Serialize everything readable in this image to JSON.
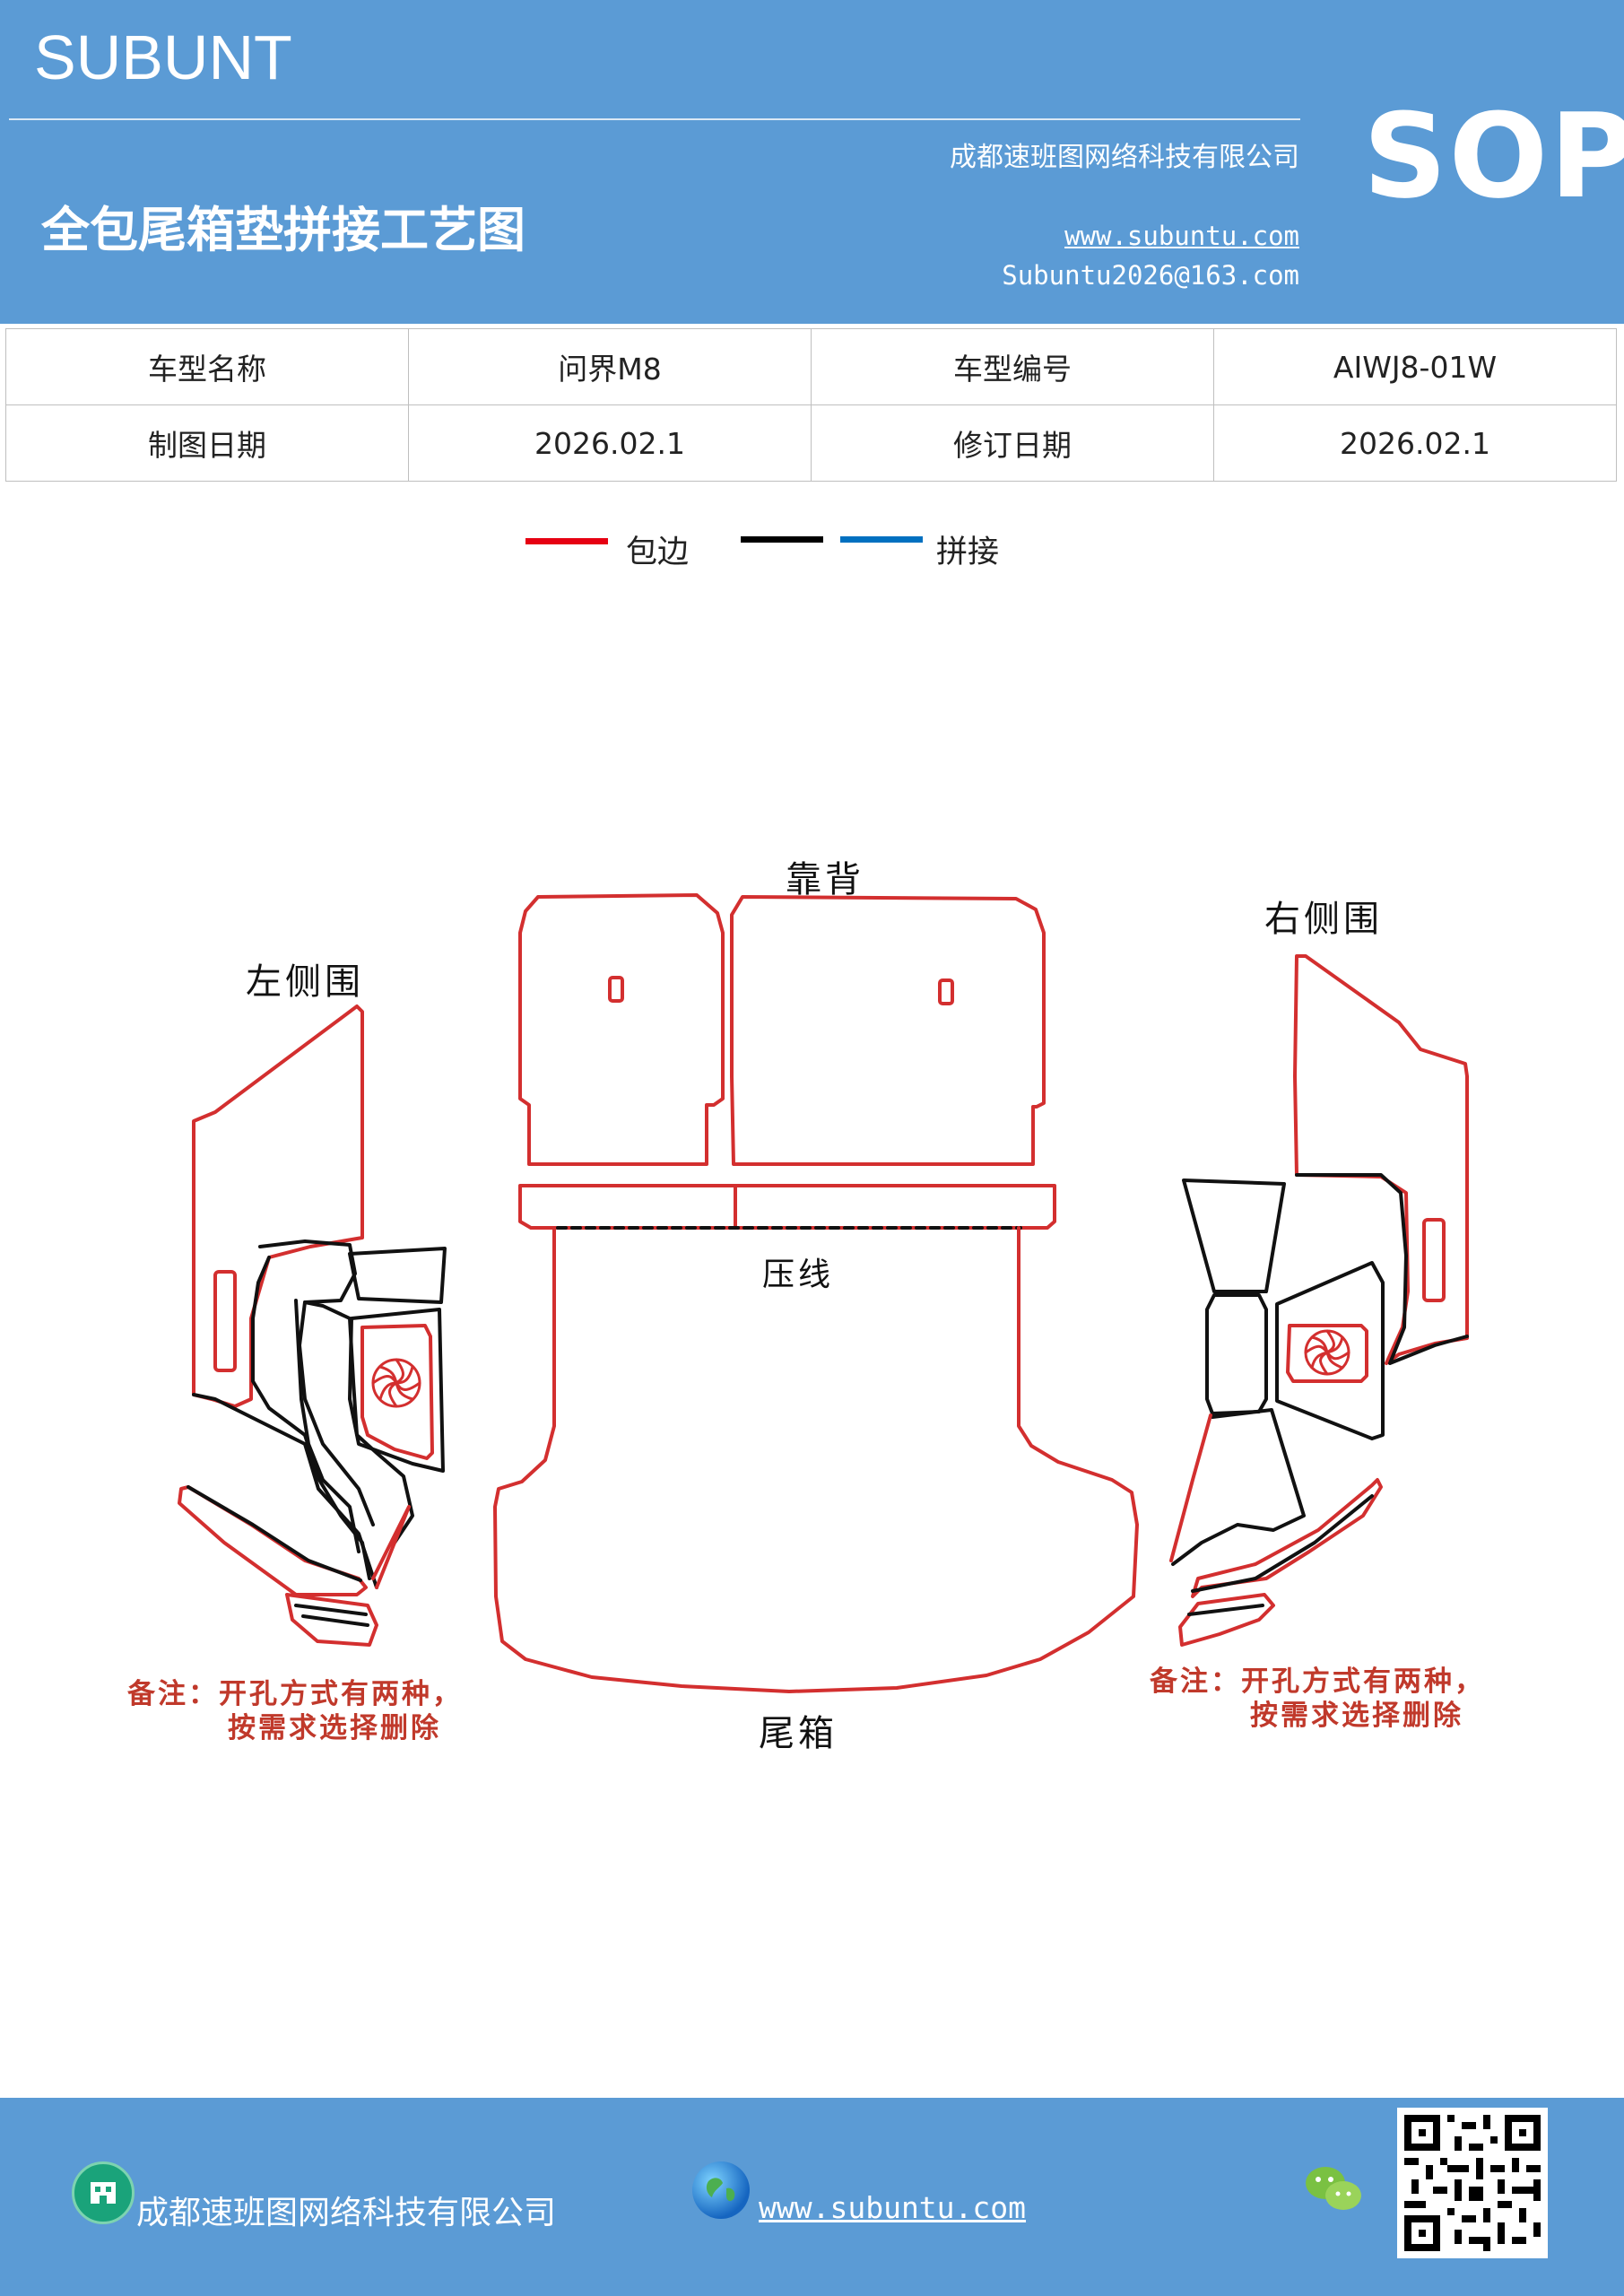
{
  "header": {
    "brand": "SUBUNT",
    "company": "成都速班图网络科技有限公司",
    "title": "全包尾箱垫拼接工艺图",
    "website": "www.subuntu.com",
    "email": "Subuntu2026@163.com",
    "badge": "SOP"
  },
  "info_table": {
    "rows": [
      [
        "车型名称",
        "问界M8",
        "车型编号",
        "AIWJ8-01W"
      ],
      [
        "制图日期",
        "2026.02.1",
        "修订日期",
        "2026.02.1"
      ]
    ]
  },
  "legend": {
    "items": [
      {
        "label": "包边",
        "color": "#e60012"
      },
      {
        "label": "拼接",
        "colors": [
          "#000000",
          "#0070c0"
        ]
      }
    ]
  },
  "diagram": {
    "labels": {
      "backrest": "靠背",
      "left_side": "左侧围",
      "right_side": "右侧围",
      "press_line": "压线",
      "trunk": "尾箱"
    },
    "note_left": [
      "备注：开孔方式有两种，",
      "按需求选择删除"
    ],
    "note_right": [
      "备注：开孔方式有两种，",
      "按需求选择删除"
    ],
    "colors": {
      "edge": "#d32f2f",
      "seam": "#111111"
    }
  },
  "footer": {
    "company": "成都速班图网络科技有限公司",
    "website": "www.subuntu.com",
    "icons": [
      "building-icon",
      "globe-icon",
      "wechat-icon",
      "qr-code"
    ]
  }
}
